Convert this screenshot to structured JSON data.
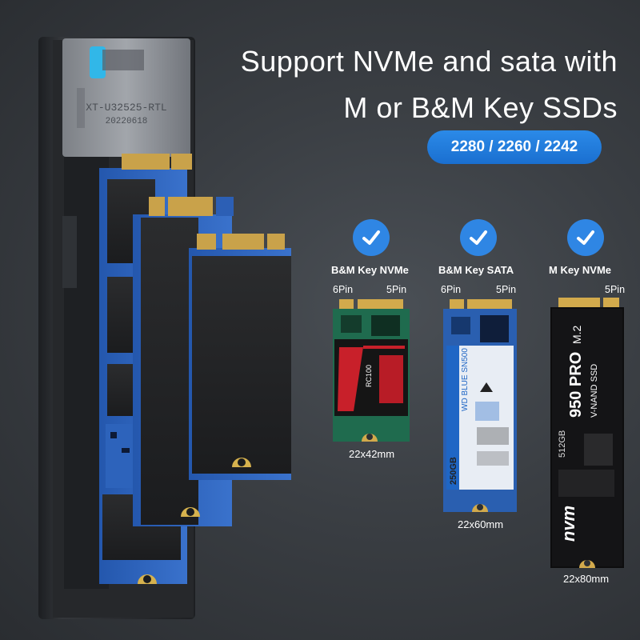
{
  "headline": {
    "line1": "Support NVMe and sata with",
    "line2": "M or B&M Key SSDs"
  },
  "size_badge": "2280 / 2260 / 2242",
  "enclosure": {
    "label_model": "XT-U32525-RTL",
    "label_date": "20220618"
  },
  "cards": [
    {
      "title": "B&M Key NVMe",
      "left_pin": "6Pin",
      "right_pin": "5Pin",
      "dimension": "22x42mm",
      "brand_text": "RC100"
    },
    {
      "title": "B&M Key SATA",
      "left_pin": "6Pin",
      "right_pin": "5Pin",
      "dimension": "22x60mm",
      "brand_text": "WD BLUE SN500",
      "capacity_text": "250GB"
    },
    {
      "title": "M Key NVMe",
      "left_pin": "",
      "right_pin": "5Pin",
      "dimension": "22x80mm",
      "brand_line1": "V-NAND SSD",
      "brand_line2": "950 PRO",
      "brand_line3": "M.2",
      "capacity_text": "512GB",
      "logo_text": "nvm"
    }
  ],
  "colors": {
    "accent_blue": "#2f86e4",
    "pcb_blue": "#2c5fb5",
    "pcb_green": "#1f6b4e",
    "background": "#3a3e43"
  },
  "icons": [
    "check-icon"
  ]
}
